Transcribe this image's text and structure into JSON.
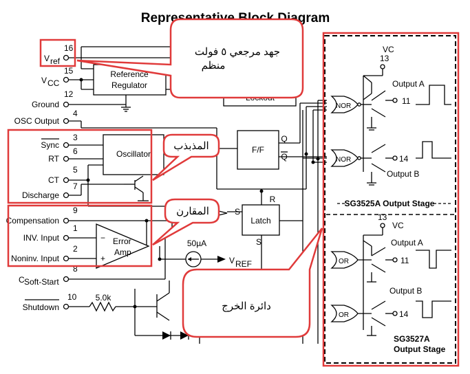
{
  "title": "Representative Block Diagram",
  "pins": [
    {
      "num": "16",
      "label": "V",
      "sub": "ref"
    },
    {
      "num": "15",
      "label": "V",
      "sub": "CC"
    },
    {
      "num": "12",
      "label": "Ground"
    },
    {
      "num": "4",
      "label": "OSC Output"
    },
    {
      "num": "3",
      "label": "Sync"
    },
    {
      "num": "6",
      "label": "RT"
    },
    {
      "num": "5",
      "label": "CT"
    },
    {
      "num": "7",
      "label": "Discharge"
    },
    {
      "num": "9",
      "label": "Compensation"
    },
    {
      "num": "1",
      "label": "INV. Input"
    },
    {
      "num": "2",
      "label": "Noninv. Input"
    },
    {
      "num": "8",
      "label": "C",
      "sub": "Soft-Start"
    },
    {
      "num": "10",
      "label": "Shutdown"
    }
  ],
  "blocks": {
    "reference_regulator": [
      "Reference",
      "Regulator"
    ],
    "lockout": "Lockout",
    "oscillator": "Oscillator",
    "ff": "F/F",
    "ff_q": "Q",
    "ff_qbar": "Q",
    "latch": "Latch",
    "latch_s": "S",
    "latch_r": "R",
    "latch_s2": "S",
    "error_amp": [
      "Error",
      "Amp"
    ],
    "minus": "−",
    "plus": "+",
    "current_source": "50µA",
    "vref_label": "V",
    "vref_sub": "REF",
    "resistor": "5.0k"
  },
  "stage_a": {
    "vc": "VC",
    "pin13": "13",
    "gate": "NOR",
    "out_a": "Output A",
    "pin11": "11",
    "out_b": "Output B",
    "pin14": "14",
    "title": "SG3525A Output Stage"
  },
  "stage_b": {
    "vc": "VC",
    "pin13": "13",
    "gate": "OR",
    "out_a": "Output A",
    "pin11": "11",
    "out_b": "Output B",
    "pin14": "14",
    "title_1": "SG3527A",
    "title_2": "Output Stage"
  },
  "callouts": {
    "vref": [
      "جهد مرجعي ٥ فولت",
      "منظم"
    ],
    "oscillator": "المذبذب",
    "comparator": "المقارن",
    "output": "دائرة الخرج"
  },
  "colors": {
    "annotation": "#e03a3a",
    "line": "#000000"
  }
}
